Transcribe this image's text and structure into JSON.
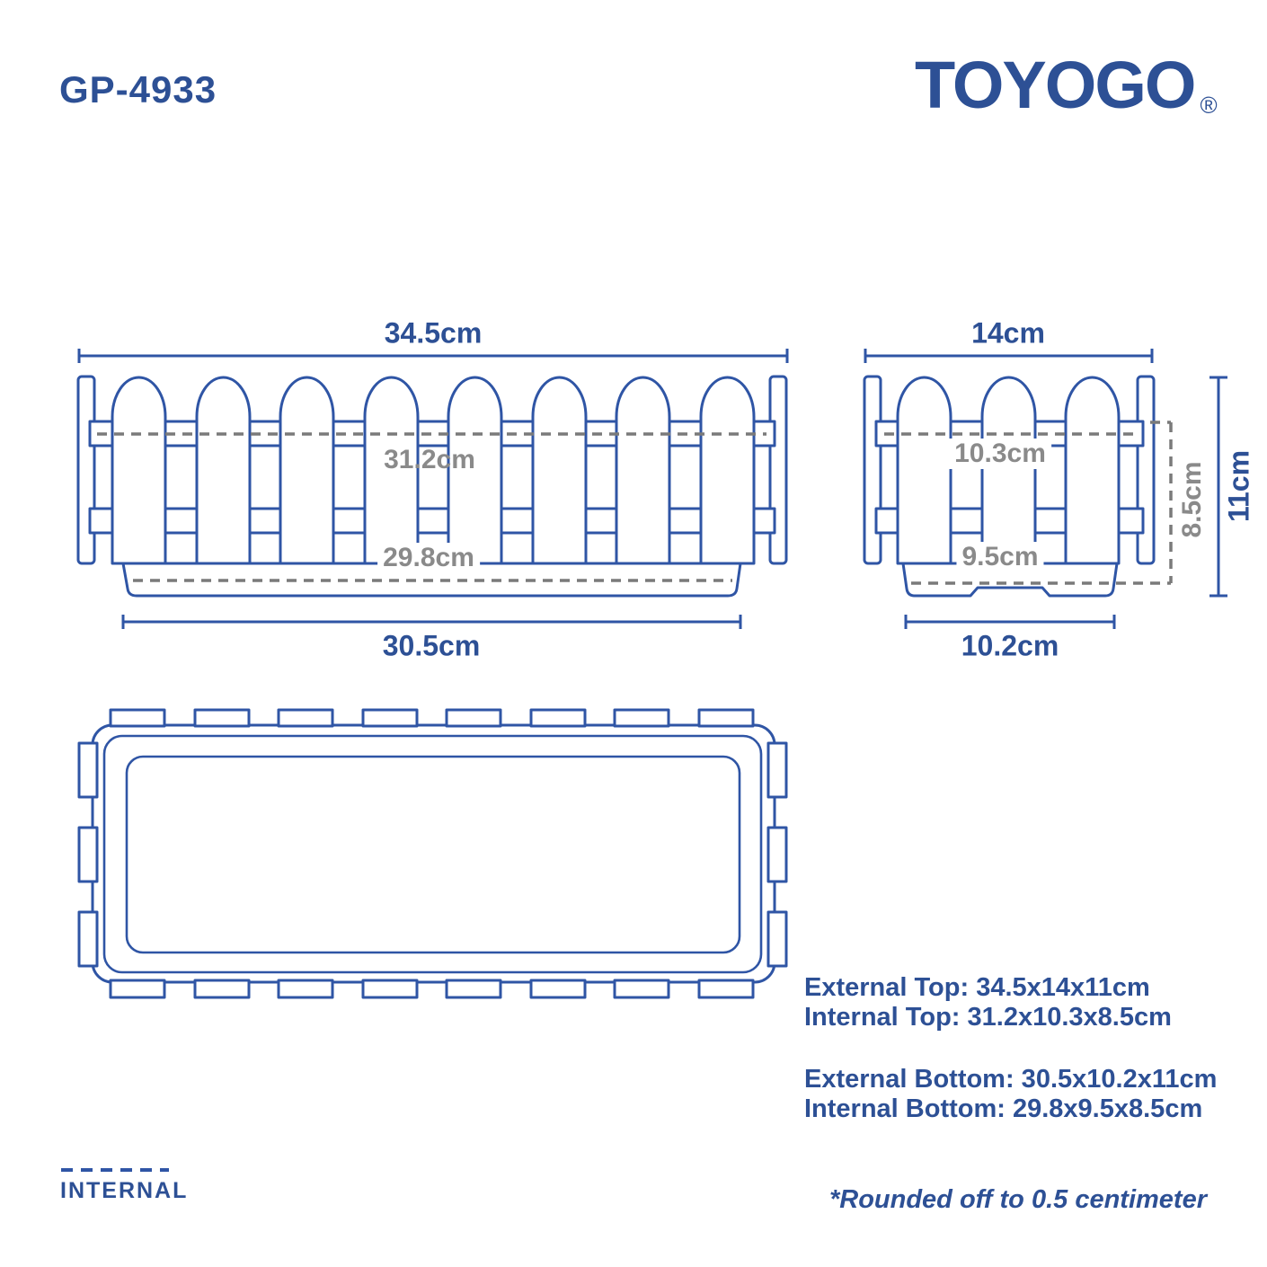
{
  "header": {
    "product_code": "GP-4933",
    "brand": "TOYOGO",
    "registered": "®"
  },
  "front_view": {
    "external_top_width": "34.5cm",
    "internal_top_width": "31.2cm",
    "internal_bottom_width": "29.8cm",
    "external_bottom_width": "30.5cm"
  },
  "side_view": {
    "external_top_width": "14cm",
    "internal_top_width": "10.3cm",
    "internal_bottom_width": "9.5cm",
    "external_bottom_width": "10.2cm",
    "internal_height": "8.5cm",
    "external_height": "11cm"
  },
  "summary": {
    "external_top": "External Top: 34.5x14x11cm",
    "internal_top": "Internal Top: 31.2x10.3x8.5cm",
    "external_bottom": "External Bottom: 30.5x10.2x11cm",
    "internal_bottom": "Internal Bottom: 29.8x9.5x8.5cm"
  },
  "legend": {
    "internal_label": "INTERNAL"
  },
  "footnote": "*Rounded off to 0.5 centimeter",
  "colors": {
    "line_blue": "#2f55a5",
    "text_blue": "#2d5095",
    "dash_gray": "#7a7a7a",
    "text_gray": "#8a8a8a"
  }
}
